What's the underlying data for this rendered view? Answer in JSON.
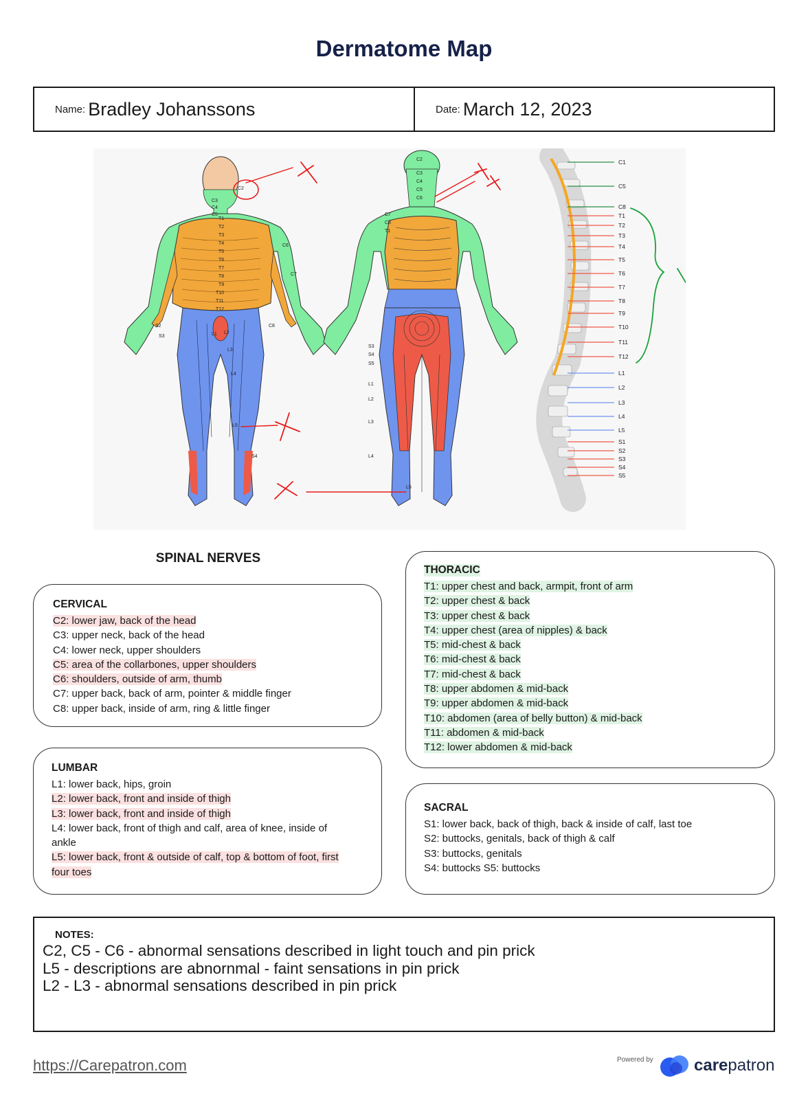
{
  "title": "Dermatome Map",
  "patient": {
    "name_label": "Name:",
    "name": "Bradley Johanssons",
    "date_label": "Date:",
    "date": "March 12, 2023"
  },
  "diagram": {
    "front_labels": [
      "C2",
      "C3",
      "C4",
      "C5",
      "C6",
      "C7",
      "C8",
      "T1",
      "T2",
      "T3",
      "T4",
      "T5",
      "T6",
      "T7",
      "T8",
      "T9",
      "T10",
      "T11",
      "T12",
      "L1",
      "L2",
      "L3",
      "L4",
      "L5",
      "S2",
      "S3",
      "S4"
    ],
    "back_labels": [
      "C2",
      "C3",
      "C4",
      "C5",
      "C6",
      "C7",
      "C8",
      "T1",
      "S3",
      "S4",
      "S5",
      "L1",
      "L2",
      "L3",
      "L4",
      "L5"
    ],
    "spine_labels": [
      "C1",
      "C5",
      "C8",
      "T1",
      "T2",
      "T3",
      "T4",
      "T5",
      "T6",
      "T7",
      "T8",
      "T9",
      "T10",
      "T11",
      "T12",
      "L1",
      "L2",
      "L3",
      "L4",
      "L5",
      "S1",
      "S2",
      "S3",
      "S4",
      "S5"
    ],
    "colors": {
      "cervical": "#7fec9f",
      "thoracic": "#f2a73a",
      "lumbar": "#6f94ee",
      "sacral": "#ee5a48",
      "skin": "#f3c9a3",
      "annotation_red": "#e81b1b",
      "annotation_green": "#1aa33a"
    }
  },
  "spinal_nerves_title": "SPINAL NERVES",
  "cervical": {
    "heading": "CERVICAL",
    "items": [
      "C2: lower jaw, back of the head",
      "C3: upper neck, back of the head",
      "C4: lower neck, upper shoulders",
      "C5: area of the collarbones, upper shoulders",
      "C6: shoulders, outside of arm, thumb",
      "C7: upper back, back of arm, pointer & middle finger",
      "C8: upper back, inside of arm, ring & little finger"
    ]
  },
  "lumbar": {
    "heading": "LUMBAR",
    "items": [
      "L1: lower back, hips, groin",
      "L2: lower back, front and inside of thigh",
      "L3: lower back, front and inside of thigh",
      "L4: lower back, front of thigh and calf, area of knee, inside of",
      "ankle",
      "L5: lower back, front & outside of calf, top & bottom of foot, first",
      "four toes"
    ]
  },
  "thoracic": {
    "heading": "THORACIC",
    "items": [
      "T1: upper chest and back, armpit, front of arm",
      "T2: upper chest & back",
      "T3: upper chest & back",
      "T4: upper chest (area of nipples) & back",
      "T5: mid-chest & back",
      "T6: mid-chest & back",
      "T7: mid-chest & back",
      "T8: upper abdomen & mid-back",
      "T9: upper abdomen & mid-back",
      "T10: abdomen (area of belly button) & mid-back",
      "T11: abdomen & mid-back",
      "T12: lower abdomen & mid-back"
    ]
  },
  "sacral": {
    "heading": "SACRAL",
    "items": [
      "S1: lower back, back of thigh, back & inside of calf, last toe",
      "S2: buttocks, genitals, back of thigh & calf",
      "S3: buttocks, genitals",
      "S4: buttocks S5: buttocks"
    ]
  },
  "notes": {
    "heading": "NOTES:",
    "lines": [
      "C2, C5 - C6 - abnormal sensations described in light touch and pin prick",
      "L5 - descriptions are abnornmal - faint sensations in pin prick",
      "L2 - L3 - abnormal sensations described in pin prick"
    ]
  },
  "footer": {
    "url": "https://Carepatron.com",
    "powered_by": "Powered by",
    "brand_bold": "care",
    "brand_rest": "patron"
  }
}
